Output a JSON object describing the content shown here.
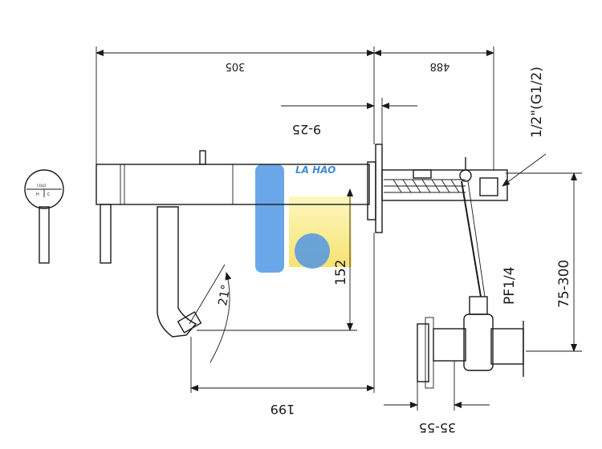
{
  "dimensions": {
    "overall_left": "305",
    "overall_right": "488",
    "wall_range": "9-25",
    "thread": "1/2\"(G1/2)",
    "spout_drop": "152",
    "height_range": "75-300",
    "spout_reach": "199",
    "angle": "21°",
    "inlet_thread": "PF1/4",
    "flange_range": "35-55"
  },
  "handle_labels": {
    "top": "COLD",
    "left": "H",
    "right": "C"
  },
  "watermark": {
    "brand": "LA HÀO",
    "colors": {
      "blue": "#2f7fd1",
      "yellow": "#f2d530"
    }
  }
}
